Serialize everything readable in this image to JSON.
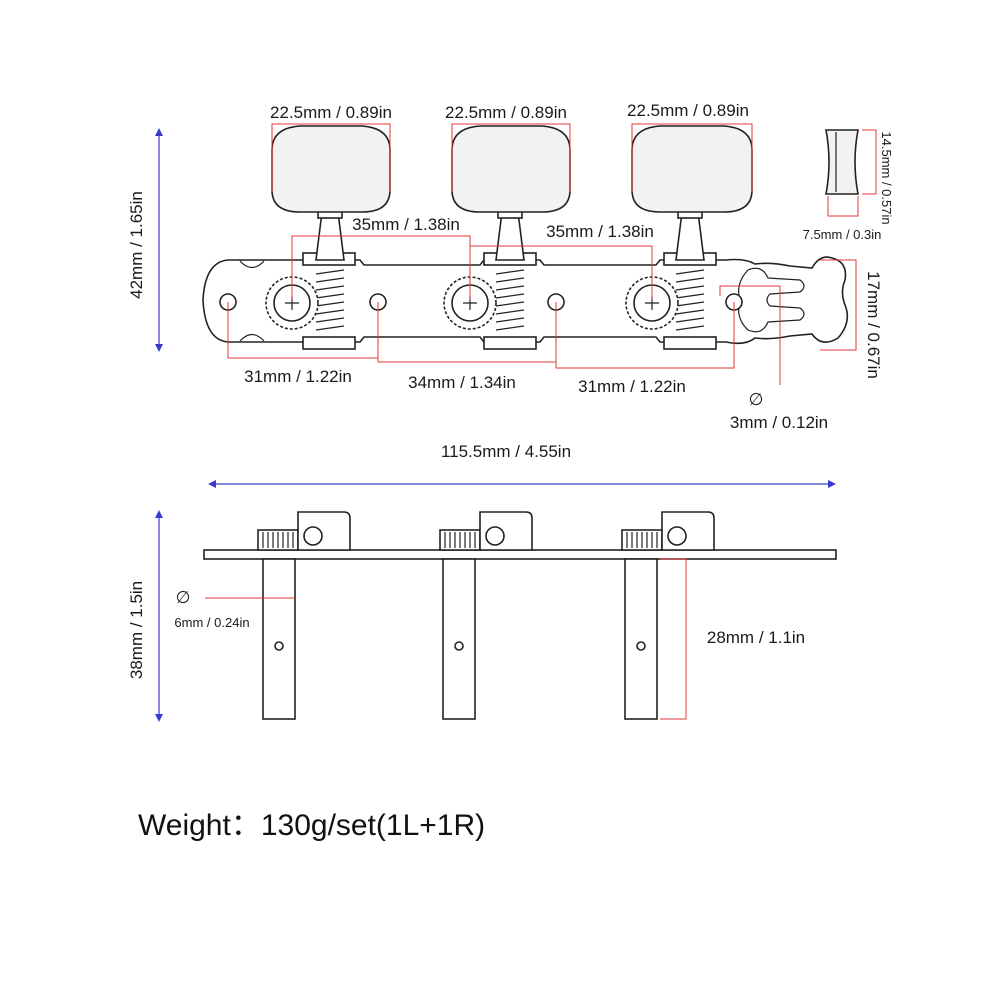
{
  "colors": {
    "dimension_line": "#e23a3a",
    "overall_dimension_line": "#3a3ad0",
    "outline": "#222222"
  },
  "top_view": {
    "knob_width_labels": [
      "22.5mm / 0.89in",
      "22.5mm / 0.89in",
      "22.5mm / 0.89in"
    ],
    "height_label": "42mm / 1.65in",
    "shaft_spacing_labels": [
      "35mm / 1.38in",
      "35mm / 1.38in"
    ],
    "hole_spacing_labels": [
      "31mm / 1.22in",
      "34mm / 1.34in",
      "31mm / 1.22in"
    ],
    "end_height_label": "17mm / 0.67in",
    "hole_diameter_symbol": "∅",
    "hole_diameter_label": "3mm / 0.12in",
    "knob_side_height_label": "14.5mm / 0.57in",
    "knob_side_width_label": "7.5mm / 0.3in"
  },
  "side_view": {
    "total_length_label": "115.5mm / 4.55in",
    "height_label": "38mm / 1.5in",
    "roller_diameter_symbol": "∅",
    "roller_diameter_label": "6mm / 0.24in",
    "roller_length_label": "28mm / 1.1in"
  },
  "weight_label": "Weight：130g/set(1L+1R)"
}
